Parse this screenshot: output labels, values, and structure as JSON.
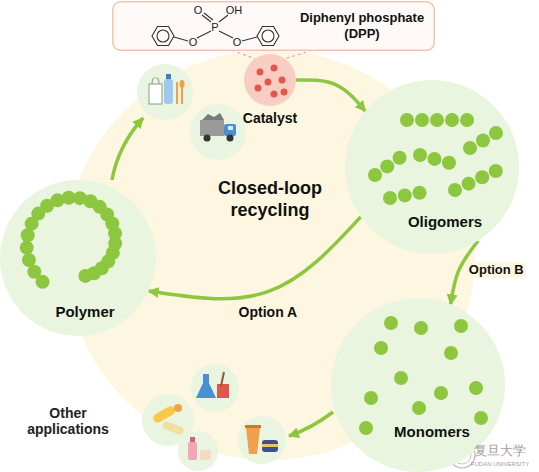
{
  "diagram": {
    "nodes": [
      {
        "text": [
          "Diphenyl phosphate (DPP)"
        ]
      },
      {
        "text": [
          "Closed-loop recycling"
        ]
      },
      {
        "text": [
          "Catalyst"
        ]
      },
      {
        "text": [
          "Oligomers"
        ]
      },
      {
        "text": [
          "Polymer"
        ]
      },
      {
        "text": [
          "Monomers"
        ]
      }
    ],
    "edges": [
      {
        "from": 0,
        "to": 2,
        "arrow": "none"
      },
      {
        "from": 2,
        "to": 3,
        "arrow": "to"
      },
      {
        "from": 3,
        "to": 4,
        "label": "Option A",
        "arrow": "to"
      },
      {
        "from": 3,
        "to": 5,
        "label": "Option B",
        "arrow": "to"
      }
    ],
    "labels": [
      "O",
      "OH",
      "P",
      "O",
      "O",
      "Other applications",
      "复旦大学",
      "FUDAN UNIVERSITY"
    ]
  }
}
